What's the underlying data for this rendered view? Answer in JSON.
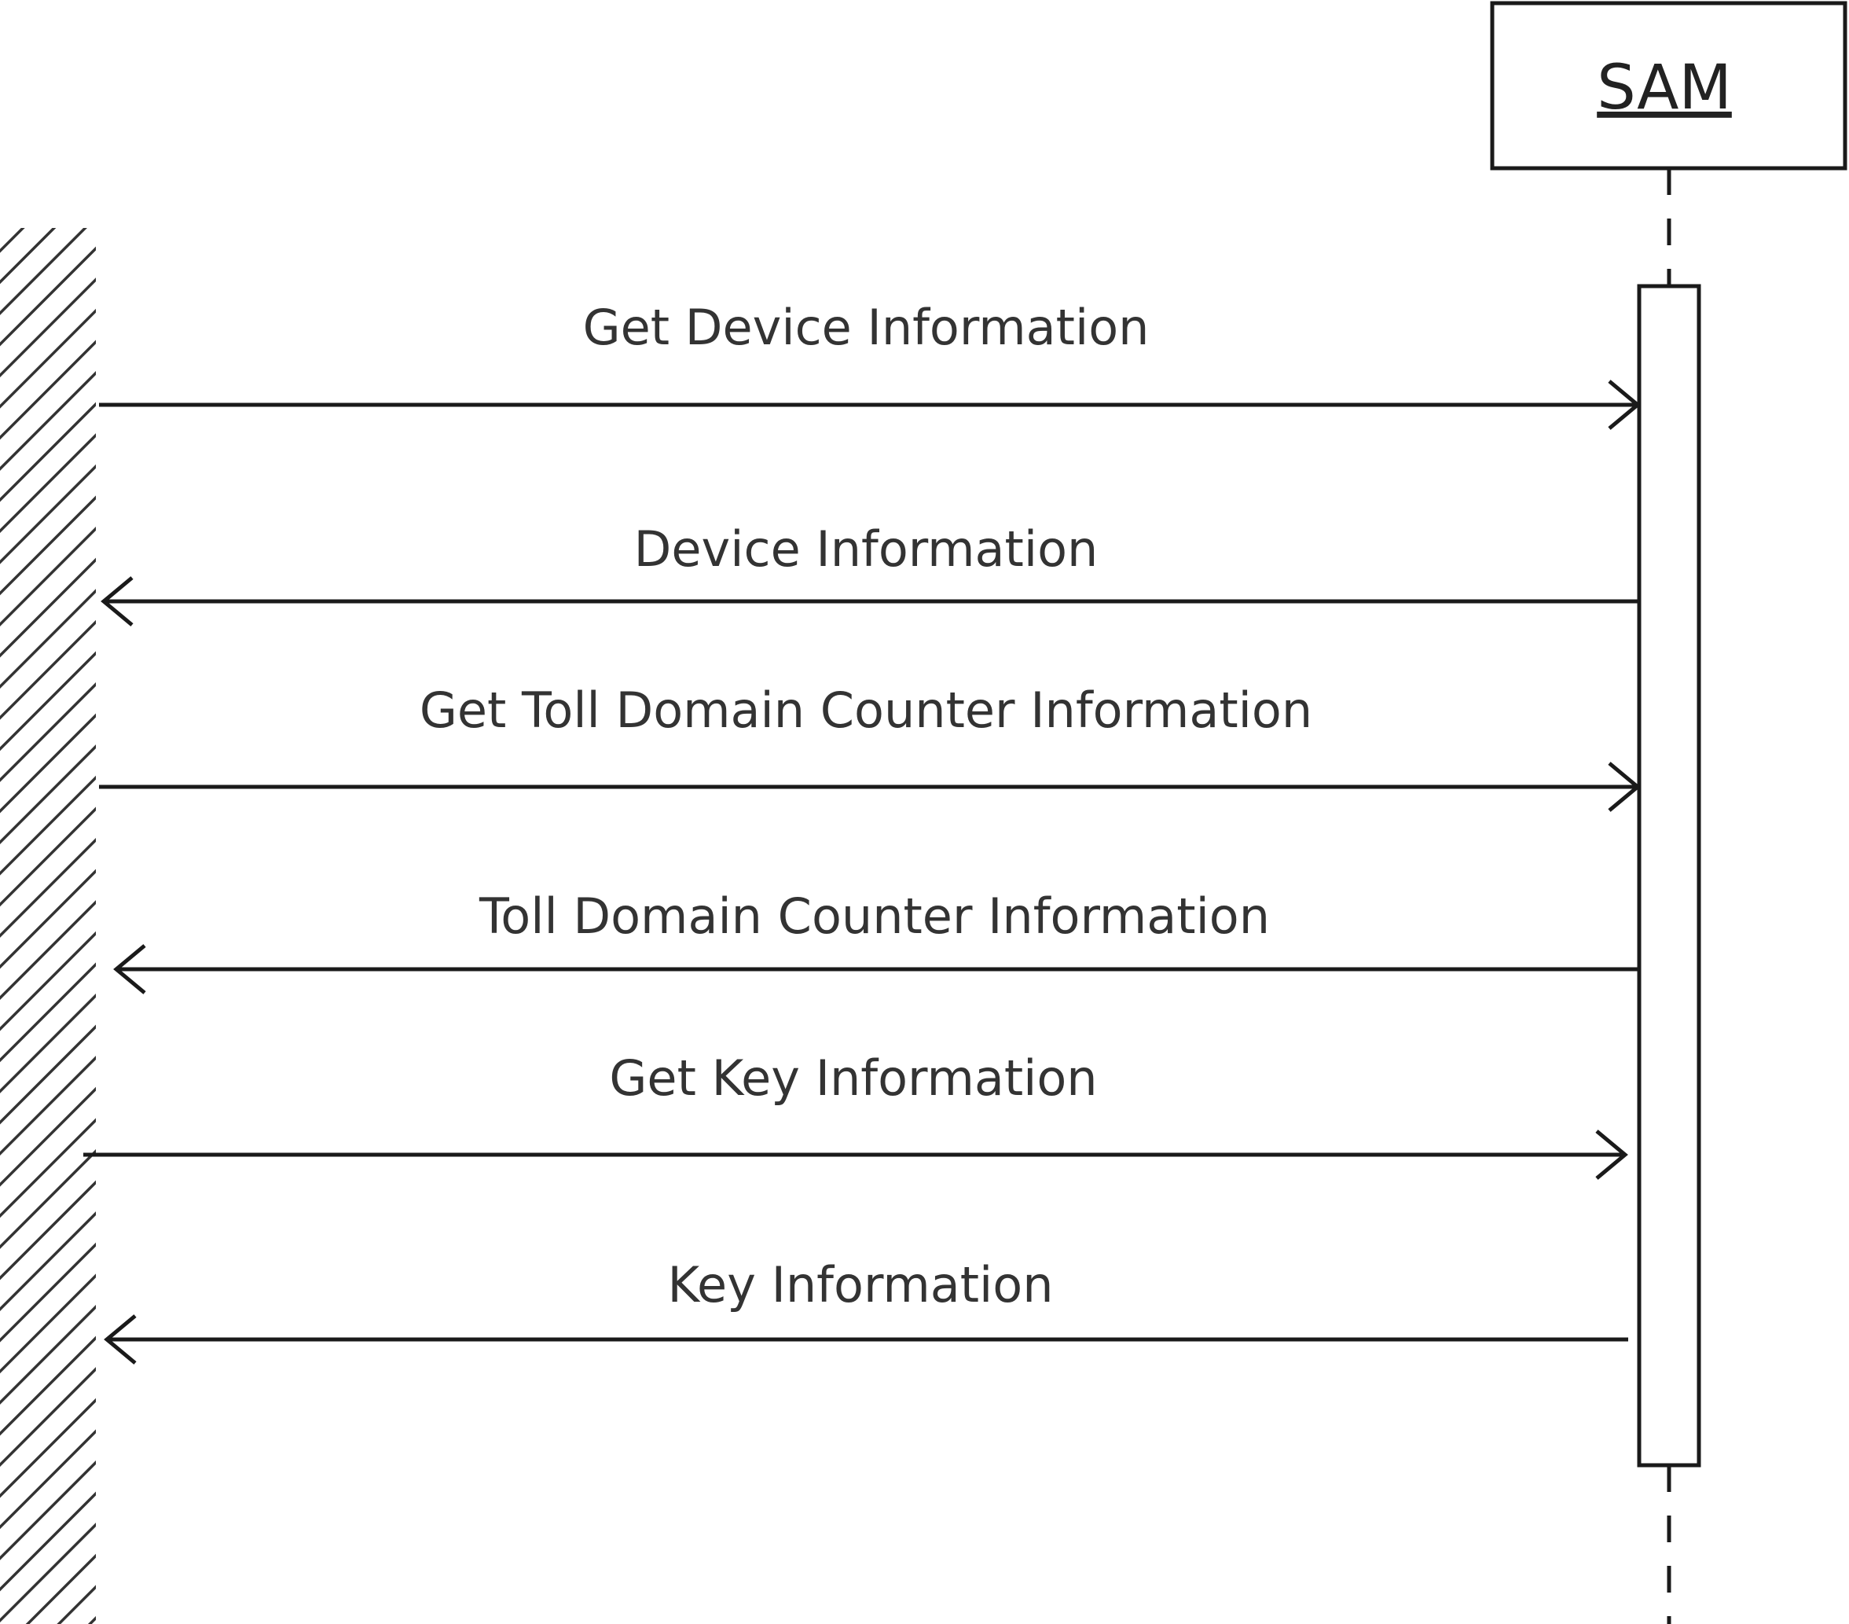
{
  "participant": {
    "name": "SAM"
  },
  "messages": [
    {
      "label": "Get Device Information",
      "direction": "to-sam"
    },
    {
      "label": "Device Information",
      "direction": "from-sam"
    },
    {
      "label": "Get Toll Domain Counter Information",
      "direction": "to-sam"
    },
    {
      "label": "Toll Domain Counter Information",
      "direction": "from-sam"
    },
    {
      "label": "Get Key Information",
      "direction": "to-sam"
    },
    {
      "label": "Key Information",
      "direction": "from-sam"
    }
  ]
}
